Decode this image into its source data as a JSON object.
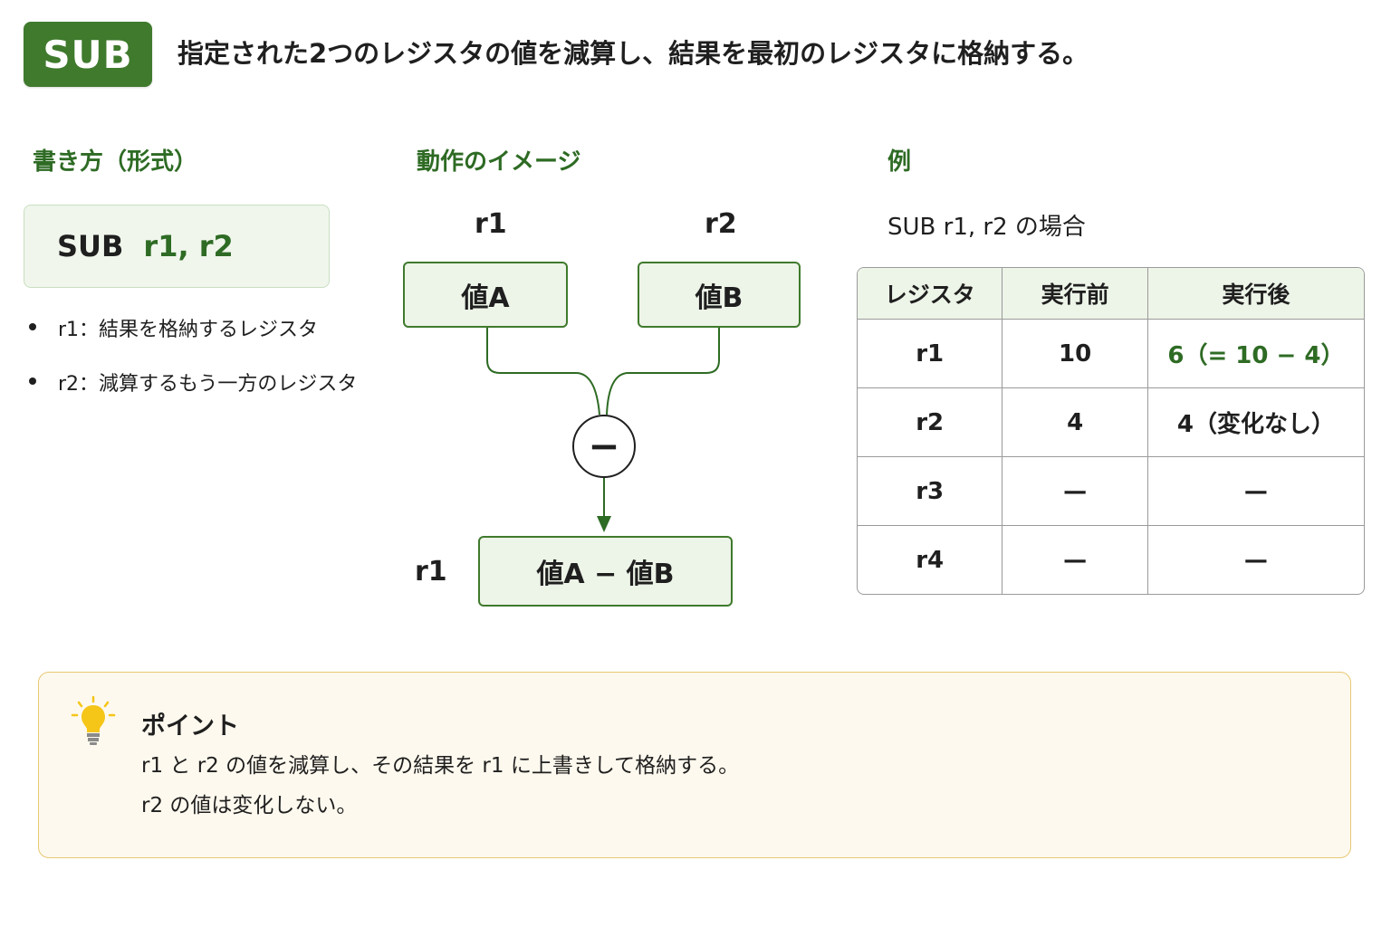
{
  "header": {
    "badge": "SUB",
    "title": "指定された2つのレジスタの値を減算し、結果を最初のレジスタに格納する。"
  },
  "format": {
    "heading": "書き方（形式）",
    "opcode": "SUB",
    "operands": "r1, r2",
    "bullets": [
      "r1：結果を格納するレジスタ",
      "r2：減算するもう一方のレジスタ"
    ]
  },
  "diagram": {
    "heading": "動作のイメージ",
    "left_reg": "r1",
    "right_reg": "r2",
    "left_value": "値A",
    "right_value": "値B",
    "operator": "−",
    "result_reg": "r1",
    "result_value": "値A − 値B"
  },
  "example": {
    "heading": "例",
    "caption": "SUB  r1, r2  の場合",
    "columns": [
      "レジスタ",
      "実行前",
      "実行後"
    ],
    "rows": [
      [
        "r1",
        "10",
        "6（= 10 − 4）"
      ],
      [
        "r2",
        "4",
        "4（変化なし）"
      ],
      [
        "r3",
        "—",
        "—"
      ],
      [
        "r4",
        "—",
        "—"
      ]
    ]
  },
  "point": {
    "icon": "lightbulb-icon",
    "title": "ポイント",
    "line1": "r1 と r2 の値を減算し、その結果を r1 に上書きして格納する。",
    "line2": "r2 の値は変化しない。"
  },
  "colors": {
    "brand_green": "#3f7a2d",
    "accent_text_green": "#2e6b24",
    "box_fill": "#edf4e8",
    "point_bg": "#fef9ee",
    "point_border": "#e7c873",
    "bulb_yellow": "#f5c518"
  }
}
